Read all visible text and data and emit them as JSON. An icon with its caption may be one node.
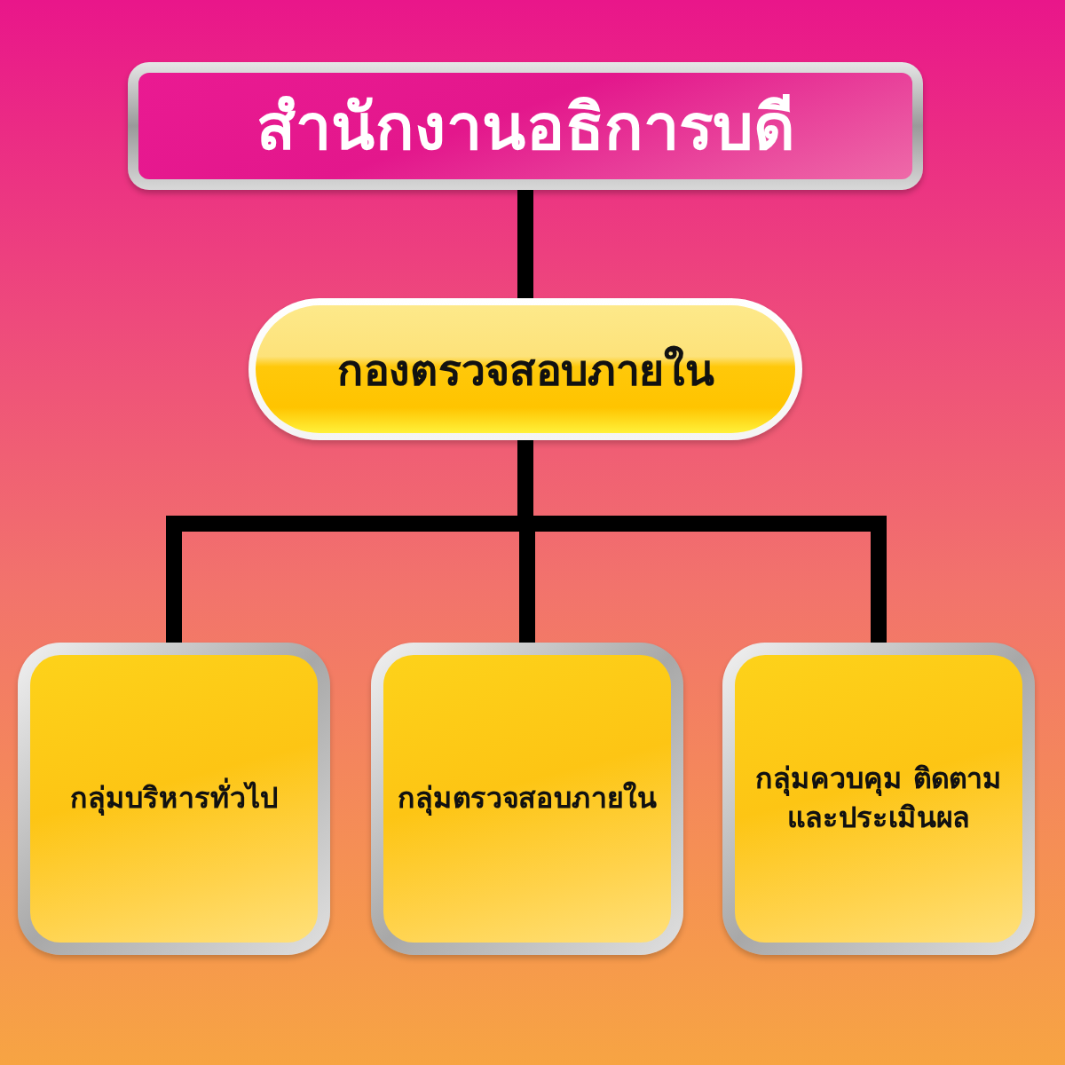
{
  "diagram": {
    "nodes": [
      {
        "text": [
          "สำนักงานอธิการบดี"
        ]
      },
      {
        "text": [
          "กองตรวจสอบภายใน"
        ]
      },
      {
        "text": [
          "กลุ่มบริหารทั่วไป"
        ]
      },
      {
        "text": [
          "กลุ่มตรวจสอบภายใน"
        ]
      },
      {
        "text": [
          "กลุ่มควบคุม ติดตาม และประเมินผล"
        ]
      }
    ],
    "edges": [
      {
        "from": 0,
        "to": 1,
        "arrow": "none"
      },
      {
        "from": 1,
        "to": 2,
        "arrow": "none"
      },
      {
        "from": 1,
        "to": 3,
        "arrow": "none"
      },
      {
        "from": 1,
        "to": 4,
        "arrow": "none"
      }
    ]
  }
}
